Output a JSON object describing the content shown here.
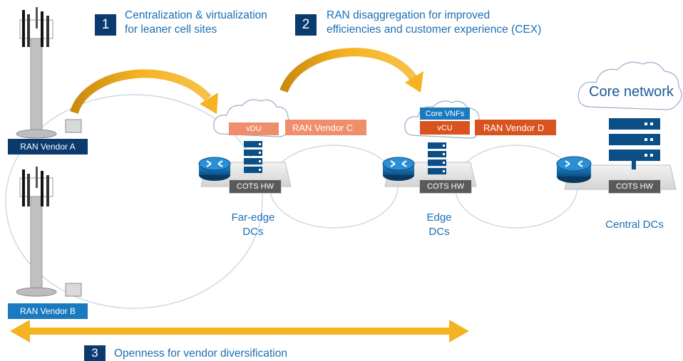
{
  "steps": [
    {
      "number": "1",
      "text_line1": "Centralization & virtualization",
      "text_line2": "for leaner cell sites"
    },
    {
      "number": "2",
      "text_line1": "RAN disaggregation for improved",
      "text_line2": "efficiencies and customer experience (CEX)"
    },
    {
      "number": "3",
      "text": "Openness for vendor diversification"
    }
  ],
  "vendors": {
    "a": "RAN Vendor A",
    "b": "RAN Vendor B",
    "c": "RAN Vendor C",
    "d": "RAN Vendor D"
  },
  "functions": {
    "vdu": "vDU",
    "vcu": "vCU",
    "core_vnfs": "Core VNFs"
  },
  "hardware_label": "COTS HW",
  "datacenters": {
    "far_edge_line1": "Far-edge",
    "far_edge_line2": "DCs",
    "edge_line1": "Edge",
    "edge_line2": "DCs",
    "central": "Central DCs"
  },
  "core_network": "Core network",
  "colors": {
    "navy": "#0b3a6e",
    "blue": "#1a7abf",
    "text_blue": "#1a6fb4",
    "salmon": "#f08d6a",
    "orange": "#d9531e",
    "gold": "#f5b324",
    "cots_gray": "#5a5a5a",
    "router_blue": "#0b5f9e"
  }
}
